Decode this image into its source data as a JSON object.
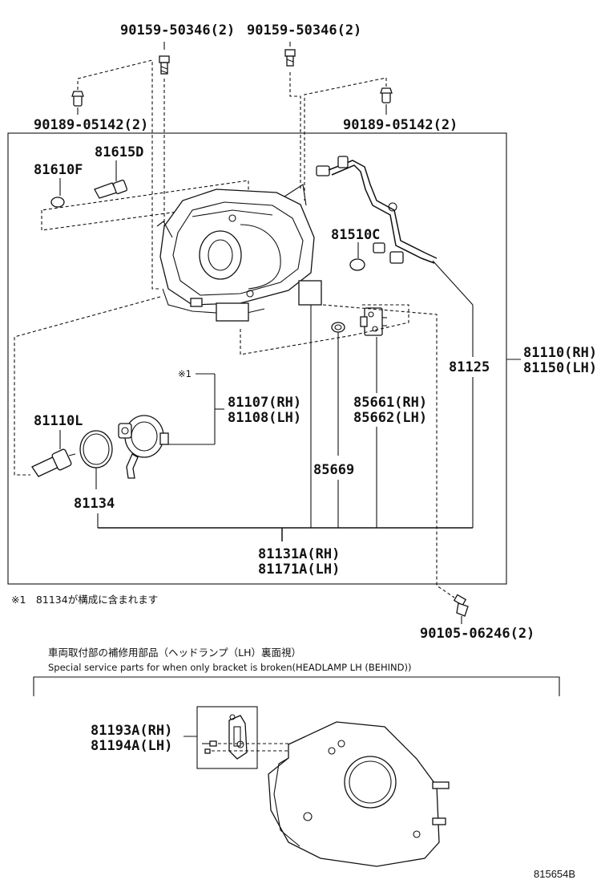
{
  "labels": {
    "bolt_top_left": "90159-50346(2)",
    "bolt_top_right": "90159-50346(2)",
    "clip_left": "90189-05142(2)",
    "clip_right": "90189-05142(2)",
    "bulb_81615d": "81615D",
    "bulb_81610f": "81610F",
    "cap_81510c": "81510C",
    "note_marker": "※1",
    "p81107": "81107(RH)",
    "p81108": "81108(LH)",
    "p85661": "85661(RH)",
    "p85662": "85662(LH)",
    "p81125": "81125",
    "p81110rh": "81110(RH)",
    "p81150lh": "81150(LH)",
    "bulb_81110l": "81110L",
    "p81134": "81134",
    "p85669": "85669",
    "p81131a": "81131A(RH)",
    "p81171a": "81171A(LH)",
    "footnote": "※1　81134が構成に含まれます",
    "bolt_bottom": "90105-06246(2)",
    "service_jp": "車両取付部の補修用部品（ヘッドランプ（LH）裏面視）",
    "service_en": "Special service parts for when only bracket is broken(HEADLAMP LH (BEHIND))",
    "p81193a": "81193A(RH)",
    "p81194a": "81194A(LH)",
    "diagram_code": "815654B"
  }
}
